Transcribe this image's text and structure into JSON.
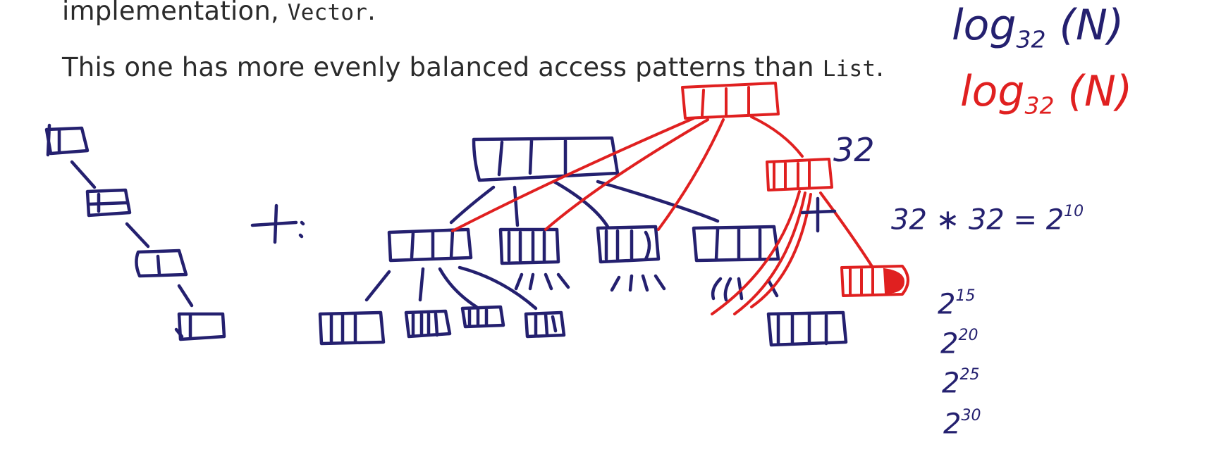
{
  "slide": {
    "line1_text": "implementation, ",
    "line1_code": "Vector",
    "line1_end": ".",
    "line2_text": "This one has more evenly balanced access patterns than ",
    "line2_code": "List",
    "line2_end": "."
  },
  "annotations": {
    "log_base": "log",
    "log_sub": "32",
    "log_arg": " (N)",
    "red_log_base": "log",
    "red_log_sub": "32",
    "red_log_arg": " (N)",
    "branch_factor": "32",
    "equation_left": "32 ∗ 32  =  2",
    "equation_exp": "10",
    "power_base": "2",
    "powers": [
      "15",
      "20",
      "25",
      "30"
    ]
  },
  "colors": {
    "text": "#2b2b2b",
    "blue_ink": "#24206f",
    "red_ink": "#e02020"
  }
}
